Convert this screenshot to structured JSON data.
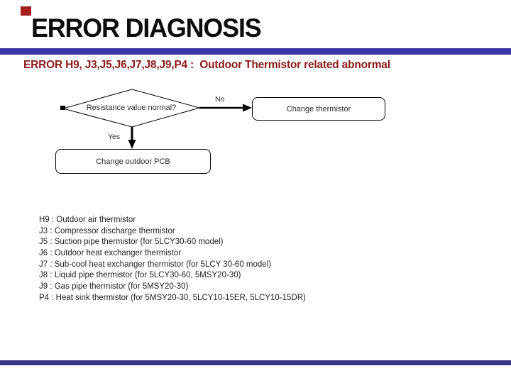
{
  "slide": {
    "title": "ERROR DIAGNOSIS",
    "subtitle": "ERROR H9, J3,J5,J6,J7,J8,J9,P4 :  Outdoor Thermistor related abnormal",
    "colors": {
      "top_bar": "#3B37A5",
      "bottom_bar": "#3A3488",
      "subtitle_text": "#8B1A1A",
      "corner_square": "#A61E1E"
    }
  },
  "flowchart": {
    "decision_label": "Resistance value normal?",
    "branch_no": "No",
    "branch_yes": "Yes",
    "no_action_label": "Change thermistor",
    "yes_action_label": "Change outdoor PCB"
  },
  "legend": {
    "items": [
      "H9 : Outdoor air thermistor",
      "J3 : Compressor discharge thermistor",
      "J5 : Suction pipe thermistor (for 5LCY30-60 model)",
      "J6 : Outdoor heat exchanger thermistor",
      "J7 : Sub-cool heat exchanger thermistor (for 5LCY 30-60 model)",
      "J8 : Liquid pipe thermistor (for 5LCY30-60, 5MSY20-30)",
      "J9 : Gas pipe thermistor (for 5MSY20-30)",
      "P4 : Heat sink thermistor (for 5MSY20-30, 5LCY10-15ER, 5LCY10-15DR)"
    ]
  }
}
